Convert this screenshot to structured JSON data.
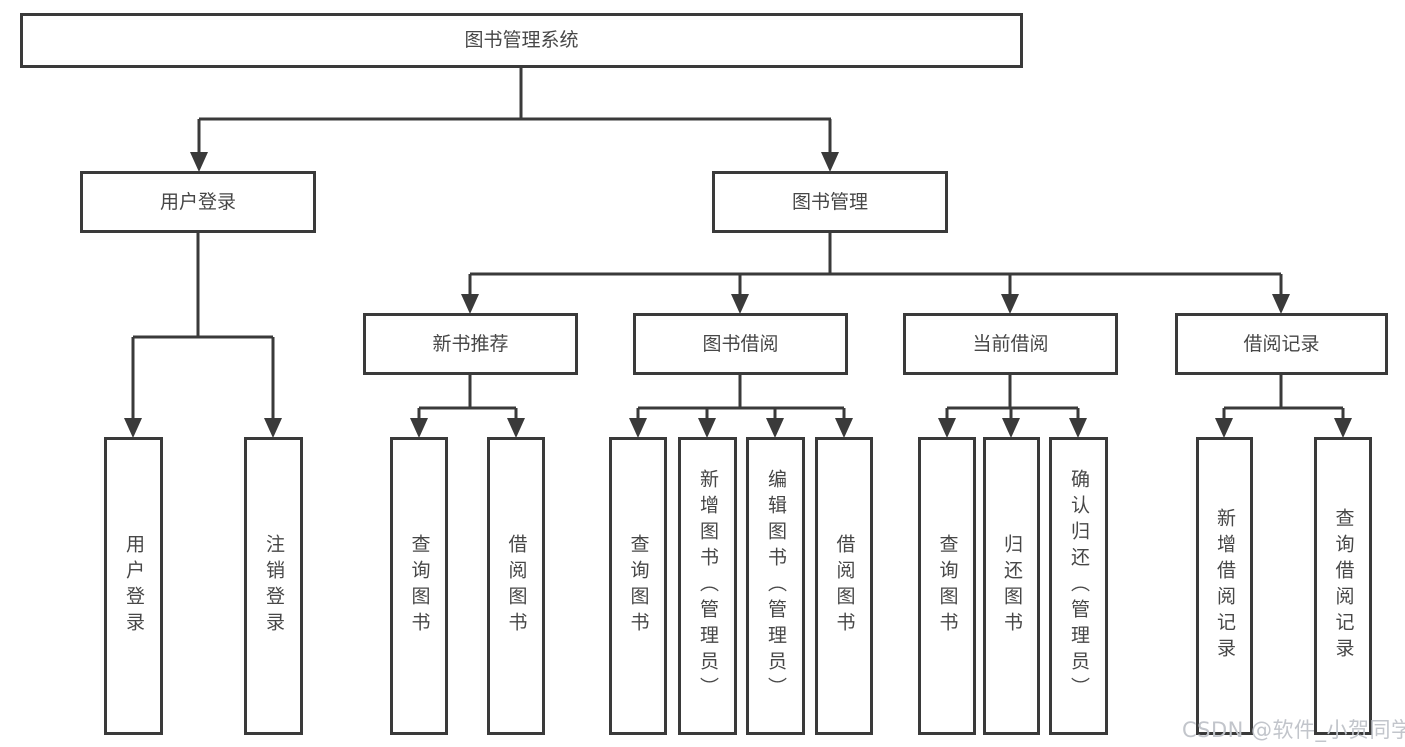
{
  "colors": {
    "line": "#3a3a3a",
    "border": "#3a3a3a",
    "text": "#474747",
    "box_background": "#ffffff",
    "watermark_text_color": "#c2c5cb"
  },
  "tree": {
    "root": {
      "label": "图书管理系统"
    },
    "branches": [
      {
        "label": "用户登录",
        "children": [
          {
            "label": "用户登录"
          },
          {
            "label": "注销登录"
          }
        ]
      },
      {
        "label": "图书管理",
        "children": [
          {
            "label": "新书推荐",
            "children": [
              {
                "label": "查询图书"
              },
              {
                "label": "借阅图书"
              }
            ]
          },
          {
            "label": "图书借阅",
            "children": [
              {
                "label": "查询图书"
              },
              {
                "label": "新增图书（管理员）"
              },
              {
                "label": "编辑图书（管理员）"
              },
              {
                "label": "借阅图书"
              }
            ]
          },
          {
            "label": "当前借阅",
            "children": [
              {
                "label": "查询图书"
              },
              {
                "label": "归还图书"
              },
              {
                "label": "确认归还（管理员）"
              }
            ]
          },
          {
            "label": "借阅记录",
            "children": [
              {
                "label": "新增借阅记录"
              },
              {
                "label": "查询借阅记录"
              }
            ]
          }
        ]
      }
    ]
  },
  "watermark": {
    "text": "CSDN @软件_小贺同学"
  }
}
